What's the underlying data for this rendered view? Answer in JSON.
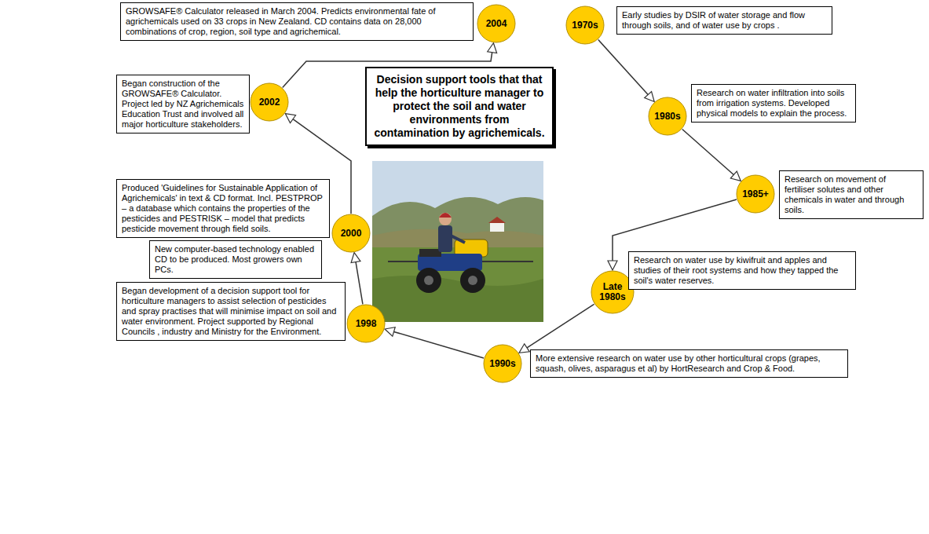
{
  "diagram": {
    "nodes": [
      {
        "text": [
          "Decision support tools that that help the horticulture manager to protect the soil and water environments from contamination by agrichemicals."
        ]
      },
      {
        "text": [
          "1970s"
        ]
      },
      {
        "text": [
          "Early studies by DSIR of water storage and flow through soils, and of water use by crops ."
        ]
      },
      {
        "text": [
          "1980s"
        ]
      },
      {
        "text": [
          "Research on water infiltration into soils from irrigation systems. Developed physical models to explain the process."
        ]
      },
      {
        "text": [
          "1985+"
        ]
      },
      {
        "text": [
          "Research on movement of fertiliser solutes and other chemicals in water and through soils."
        ]
      },
      {
        "text": [
          "Late 1980s"
        ]
      },
      {
        "text": [
          "Research on water use by kiwifruit and apples and studies of their root systems and how they tapped the soil's water reserves."
        ]
      },
      {
        "text": [
          "1990s"
        ]
      },
      {
        "text": [
          "More extensive research on water use by other horticultural crops (grapes, squash, olives, asparagus et al) by HortResearch and Crop & Food."
        ]
      },
      {
        "text": [
          "1998"
        ]
      },
      {
        "text": [
          "Began development of a decision support tool for horticulture managers to assist selection of pesticides and spray practises that will minimise impact on soil and water environment. Project supported by Regional Councils , industry and Ministry for the Environment."
        ]
      },
      {
        "text": [
          "New computer-based technology enabled CD to be produced. Most growers own PCs."
        ]
      },
      {
        "text": [
          "2000"
        ]
      },
      {
        "text": [
          "Produced 'Guidelines for Sustainable Application of Agrichemicals' in text & CD format. Incl. PESTPROP – a database which contains the properties of the pesticides and PESTRISK – model that predicts pesticide movement through field soils."
        ]
      },
      {
        "text": [
          "2002"
        ]
      },
      {
        "text": [
          "Began construction of the GROWSAFE® Calculator. Project led by NZ Agrichemicals Education Trust and involved all major horticulture stakeholders."
        ]
      },
      {
        "text": [
          "2004"
        ]
      },
      {
        "text": [
          "GROWSAFE® Calculator released in March 2004. Predicts environmental fate of agrichemicals used on 33 crops in New Zealand. CD contains data on 28,000 combinations of crop, region, soil type and agrichemical."
        ]
      }
    ],
    "edges": [
      {
        "from": 1,
        "to": 3,
        "arrow": "to"
      },
      {
        "from": 3,
        "to": 5,
        "arrow": "to"
      },
      {
        "from": 5,
        "to": 7,
        "arrow": "to"
      },
      {
        "from": 7,
        "to": 9,
        "arrow": "to"
      },
      {
        "from": 9,
        "to": 11,
        "arrow": "to"
      },
      {
        "from": 11,
        "to": 14,
        "arrow": "to"
      },
      {
        "from": 14,
        "to": 16,
        "arrow": "to"
      },
      {
        "from": 16,
        "to": 18,
        "arrow": "to"
      }
    ]
  }
}
